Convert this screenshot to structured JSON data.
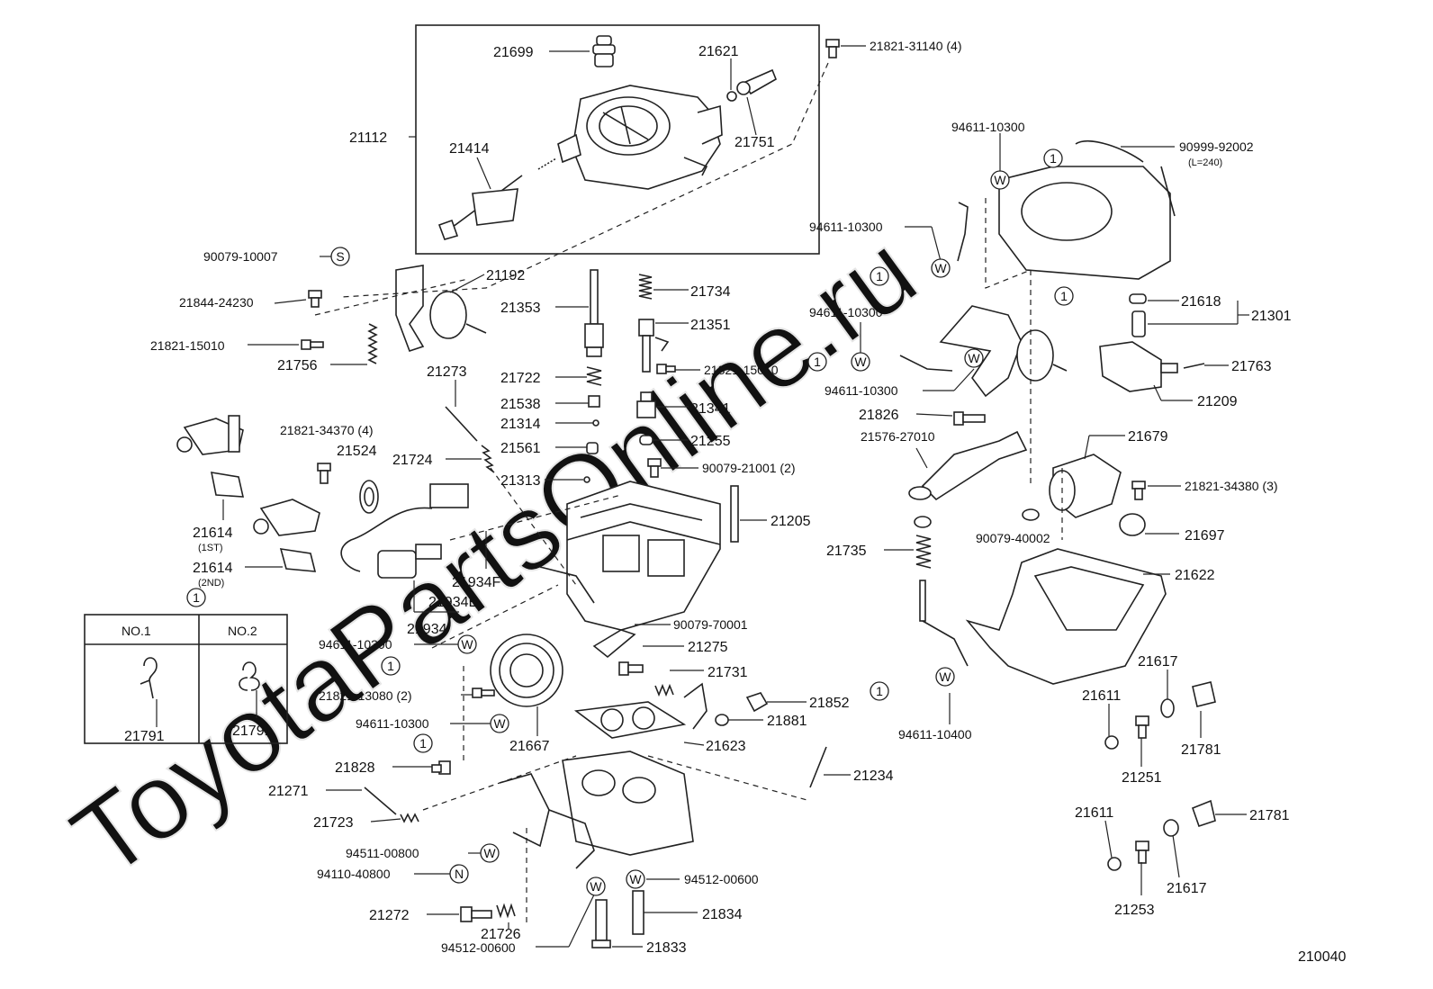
{
  "diagram_id": "210040",
  "watermark": "ToyotaPartsOnline.ru",
  "symbols": {
    "one": "1",
    "w": "W",
    "s": "S",
    "n": "N"
  },
  "labels": {
    "p21699": "21699",
    "p21621": "21621",
    "p21821_31140": "21821-31140 (4)",
    "p21112": "21112",
    "p21414": "21414",
    "p21751": "21751",
    "p90079_10007": "90079-10007",
    "p21844_24230": "21844-24230",
    "p21192": "21192",
    "p21821_15010_a": "21821-15010",
    "p21756": "21756",
    "p21353": "21353",
    "p21734": "21734",
    "p21351": "21351",
    "p21722": "21722",
    "p21821_15010_b": "21821-15010",
    "p21538": "21538",
    "p21341": "21341",
    "p21314": "21314",
    "p21255": "21255",
    "p21561": "21561",
    "p21273": "21273",
    "p90079_21001": "90079-21001 (2)",
    "p21821_34370": "21821-34370 (4)",
    "p21524": "21524",
    "p21724": "21724",
    "p21313": "21313",
    "p21205": "21205",
    "p21614_1st": "21614",
    "p21614_1st_sub": "(1ST)",
    "p21614_2nd": "21614",
    "p21614_2nd_sub": "(2ND)",
    "p21934f": "21934F",
    "p21934e": "21934E",
    "p21934": "21934",
    "p90079_70001": "90079-70001",
    "p94611_10300_a": "94611-10300",
    "p21275": "21275",
    "p21731": "21731",
    "p21821_13080": "21821-13080 (2)",
    "p21852": "21852",
    "p21881": "21881",
    "p94611_10300_b": "94611-10300",
    "p21667": "21667",
    "p21623": "21623",
    "p21828": "21828",
    "p21234": "21234",
    "p21271": "21271",
    "p21723": "21723",
    "p94511_00800": "94511-00800",
    "p94110_40800": "94110-40800",
    "p94512_00600_a": "94512-00600",
    "p21272": "21272",
    "p21834": "21834",
    "p21726": "21726",
    "p94512_00600_b": "94512-00600",
    "p21833": "21833",
    "p94611_10300_c": "94611-10300",
    "p90999_92002": "90999-92002",
    "p90999_sub": "(L=240)",
    "p94611_10300_d": "94611-10300",
    "p21618": "21618",
    "p21301": "21301",
    "p94611_10300_e": "94611-10300",
    "p21763": "21763",
    "p94611_10300_f": "94611-10300",
    "p21209": "21209",
    "p21826": "21826",
    "p21576_27010": "21576-27010",
    "p21679": "21679",
    "p21821_34380": "21821-34380 (3)",
    "p90079_40002": "90079-40002",
    "p21697": "21697",
    "p21735": "21735",
    "p21622": "21622",
    "p21617_a": "21617",
    "p21611_a": "21611",
    "p21781_a": "21781",
    "p94611_10400": "94611-10400",
    "p21251": "21251",
    "p21611_b": "21611",
    "p21781_b": "21781",
    "p21253": "21253",
    "p21617_b": "21617"
  },
  "table": {
    "ref": "1",
    "col1_header": "NO.1",
    "col2_header": "NO.2",
    "col1_part": "21791",
    "col2_part": "21791"
  }
}
